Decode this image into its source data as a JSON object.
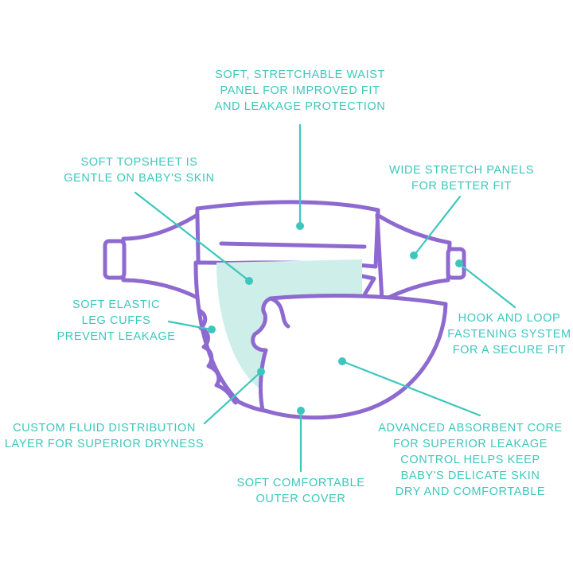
{
  "colors": {
    "accent": "#3cc7bd",
    "outline": "#8e6ad0",
    "core_fill": "#cdeee9"
  },
  "labels": {
    "waist": {
      "lines": [
        "SOFT, STRETCHABLE WAIST",
        "PANEL FOR IMPROVED FIT",
        "AND LEAKAGE PROTECTION"
      ]
    },
    "topsheet": {
      "lines": [
        "SOFT TOPSHEET IS",
        "GENTLE ON BABY'S SKIN"
      ]
    },
    "stretch": {
      "lines": [
        "WIDE STRETCH PANELS",
        "FOR BETTER FIT"
      ]
    },
    "cuffs": {
      "lines": [
        "SOFT ELASTIC",
        "LEG CUFFS",
        "PREVENT LEAKAGE"
      ]
    },
    "hook": {
      "lines": [
        "HOOK AND LOOP",
        "FASTENING SYSTEM",
        "FOR A SECURE FIT"
      ]
    },
    "fluid": {
      "lines": [
        "CUSTOM FLUID DISTRIBUTION",
        "LAYER FOR SUPERIOR DRYNESS"
      ]
    },
    "core": {
      "lines": [
        "ADVANCED ABSORBENT CORE",
        "FOR SUPERIOR LEAKAGE",
        "CONTROL HELPS KEEP",
        "BABY'S DELICATE SKIN",
        "DRY AND COMFORTABLE"
      ]
    },
    "cover": {
      "lines": [
        "SOFT COMFORTABLE",
        "OUTER COVER"
      ]
    }
  }
}
